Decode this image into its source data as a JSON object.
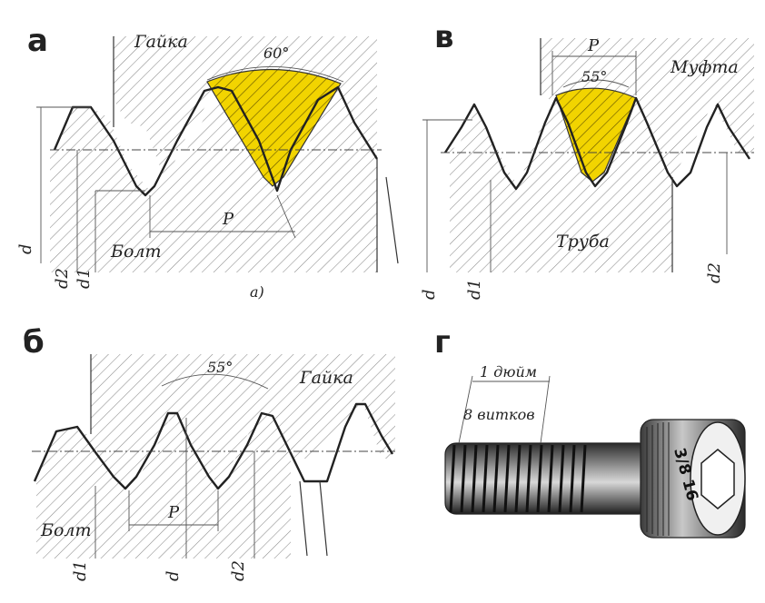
{
  "panels": {
    "a": {
      "letter": "а",
      "nut_label": "Гайка",
      "bolt_label": "Болт",
      "angle_label": "60°",
      "pitch_label": "P",
      "d_label": "d",
      "d2_label": "d2",
      "d1_label": "d1",
      "caption": "а)"
    },
    "v": {
      "letter": "в",
      "coupling_label": "Муфта",
      "pipe_label": "Труба",
      "angle_label": "55°",
      "pitch_label": "P",
      "d_label": "d",
      "d1_label": "d1",
      "d2_label": "d2"
    },
    "b": {
      "letter": "б",
      "nut_label": "Гайка",
      "bolt_label": "Болт",
      "angle_label": "55°",
      "pitch_label": "P",
      "d1_label": "d1",
      "d_label": "d",
      "d2_label": "d2"
    },
    "g": {
      "letter": "г",
      "inch_label": "1 дюйм",
      "turns_label": "8 витков",
      "head_marking": "3/8 16"
    }
  },
  "colors": {
    "profile_highlight": "#f2d400",
    "hatch": "#555555",
    "outline": "#222222"
  }
}
